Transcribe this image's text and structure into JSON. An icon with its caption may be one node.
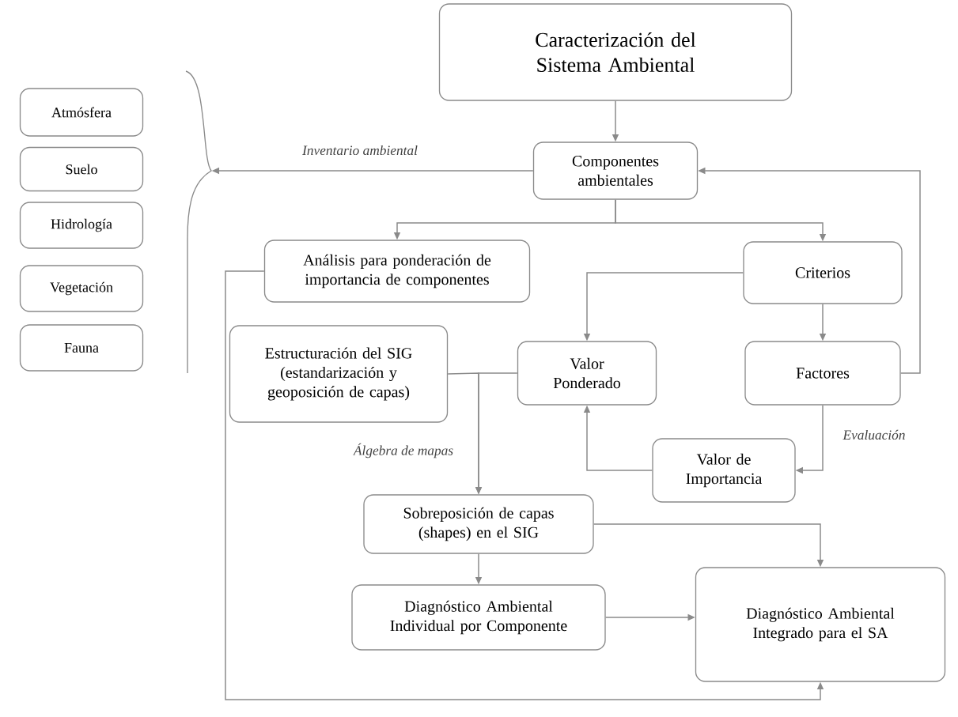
{
  "diagram": {
    "nodes": [
      {
        "text": [
          "Caracterización del Sistema Ambiental"
        ]
      },
      {
        "text": [
          "Componentes ambientales"
        ]
      },
      {
        "text": [
          "Atmósfera"
        ]
      },
      {
        "text": [
          "Suelo"
        ]
      },
      {
        "text": [
          "Hidrología"
        ]
      },
      {
        "text": [
          "Vegetación"
        ]
      },
      {
        "text": [
          "Fauna"
        ]
      },
      {
        "text": [
          "Análisis para ponderación de importancia de componentes"
        ]
      },
      {
        "text": [
          "Criterios"
        ]
      },
      {
        "text": [
          "Estructuración del SIG (estandarización y geoposición de capas)"
        ]
      },
      {
        "text": [
          "Valor Ponderado"
        ]
      },
      {
        "text": [
          "Factores"
        ]
      },
      {
        "text": [
          "Valor de Importancia"
        ]
      },
      {
        "text": [
          "Sobreposición de capas (shapes) en el SIG"
        ]
      },
      {
        "text": [
          "Diagnóstico Ambiental Individual por Componente"
        ]
      },
      {
        "text": [
          "Diagnóstico Ambiental Integrado para el SA"
        ]
      },
      {
        "text": [],
        "shape": "bracket"
      }
    ],
    "edges": [
      {
        "from": 0,
        "to": 1,
        "arrow": "to"
      },
      {
        "from": 1,
        "to": 16,
        "arrow": "to",
        "label": "Inventario ambiental"
      },
      {
        "from": 1,
        "to": 7,
        "arrow": "to"
      },
      {
        "from": 1,
        "to": 8,
        "arrow": "to"
      },
      {
        "from": 8,
        "to": 10,
        "arrow": "to"
      },
      {
        "from": 8,
        "to": 11,
        "arrow": "to"
      },
      {
        "from": 11,
        "to": 1,
        "arrow": "to"
      },
      {
        "from": 11,
        "to": 12,
        "arrow": "to",
        "label": "Evaluación"
      },
      {
        "from": 12,
        "to": 10,
        "arrow": "to"
      },
      {
        "from": 9,
        "to": 13,
        "arrow": "to",
        "label": "Álgebra de mapas"
      },
      {
        "from": 10,
        "to": 13,
        "arrow": "to"
      },
      {
        "from": 13,
        "to": 14,
        "arrow": "to"
      },
      {
        "from": 13,
        "to": 15,
        "arrow": "to"
      },
      {
        "from": 14,
        "to": 15,
        "arrow": "to"
      },
      {
        "from": 7,
        "to": 15,
        "arrow": "to"
      }
    ]
  }
}
